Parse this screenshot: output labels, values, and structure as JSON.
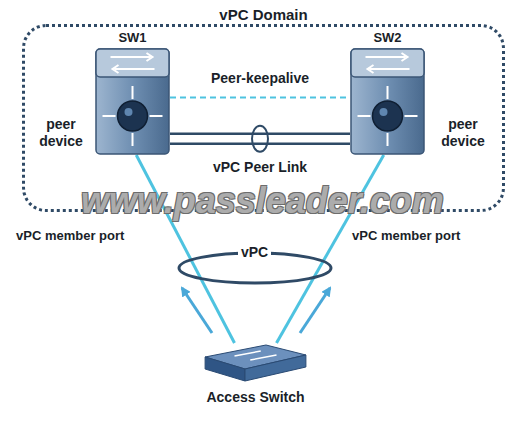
{
  "diagram": {
    "nodes": [
      {
        "text": [
          "vPC Domain"
        ]
      },
      {
        "text": [
          "SW1"
        ],
        "in": 0
      },
      {
        "text": [
          "SW2"
        ],
        "in": 0
      },
      {
        "text": [
          "Access Switch"
        ]
      }
    ],
    "edges": [
      {
        "from": 1,
        "to": 2,
        "label": "Peer-keepalive",
        "arrow": "none"
      },
      {
        "from": 1,
        "to": 2,
        "label": "vPC Peer Link",
        "arrow": "none"
      },
      {
        "from": 3,
        "to": 1,
        "arrow": "none"
      },
      {
        "from": 3,
        "to": 2,
        "arrow": "none"
      }
    ],
    "labels": [
      "peer device",
      "peer device",
      "vPC member port",
      "vPC member port",
      "vPC",
      "www.passleader.com"
    ]
  }
}
